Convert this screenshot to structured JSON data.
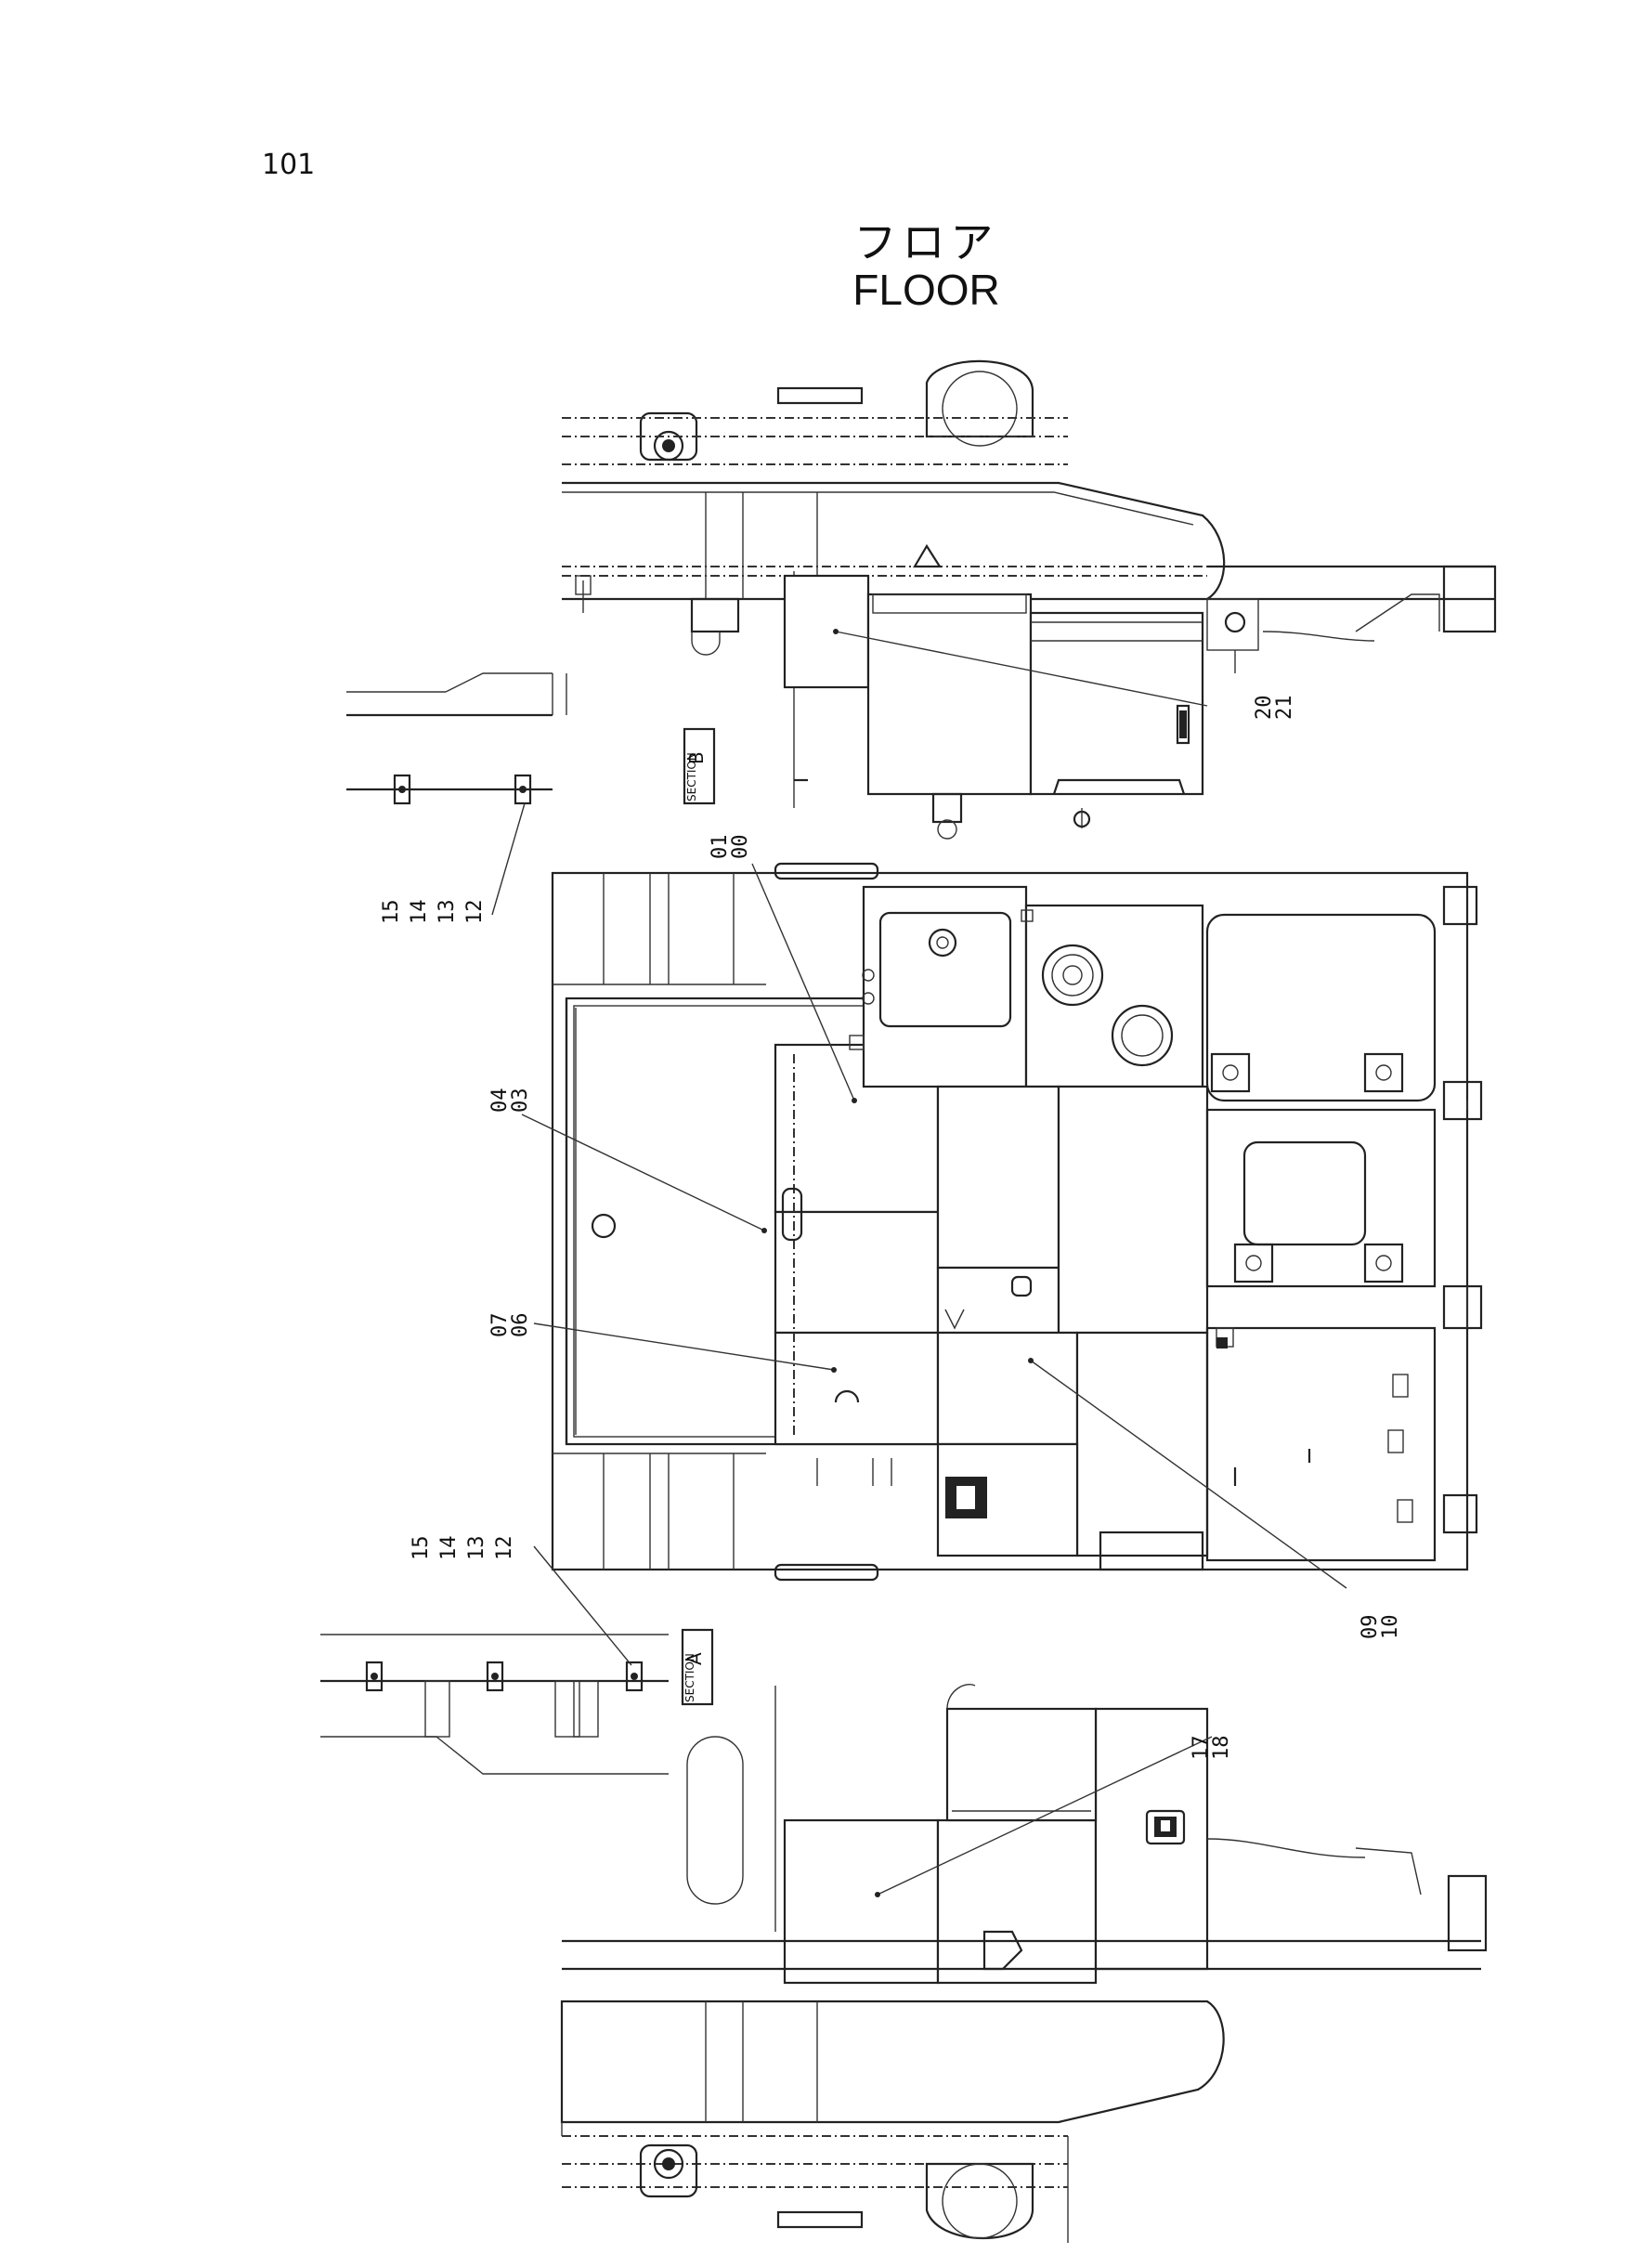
{
  "page": {
    "number": "101"
  },
  "title": {
    "japanese": "フロア",
    "english": "FLOOR"
  },
  "sections": [
    {
      "id": "section-b",
      "label": "SECTION",
      "letter": "B"
    },
    {
      "id": "section-a",
      "label": "SECTION",
      "letter": "A"
    }
  ],
  "callouts": {
    "c20_21": [
      "20",
      "21"
    ],
    "c01_00": [
      "01",
      "00"
    ],
    "c15_12_b": [
      "15",
      "14",
      "13",
      "12"
    ],
    "c04_03": [
      "04",
      "03"
    ],
    "c07_06": [
      "07",
      "06"
    ],
    "c15_12_a": [
      "15",
      "14",
      "13",
      "12"
    ],
    "c09_10": [
      "09",
      "10"
    ],
    "c17_18": [
      "17",
      "18"
    ]
  }
}
